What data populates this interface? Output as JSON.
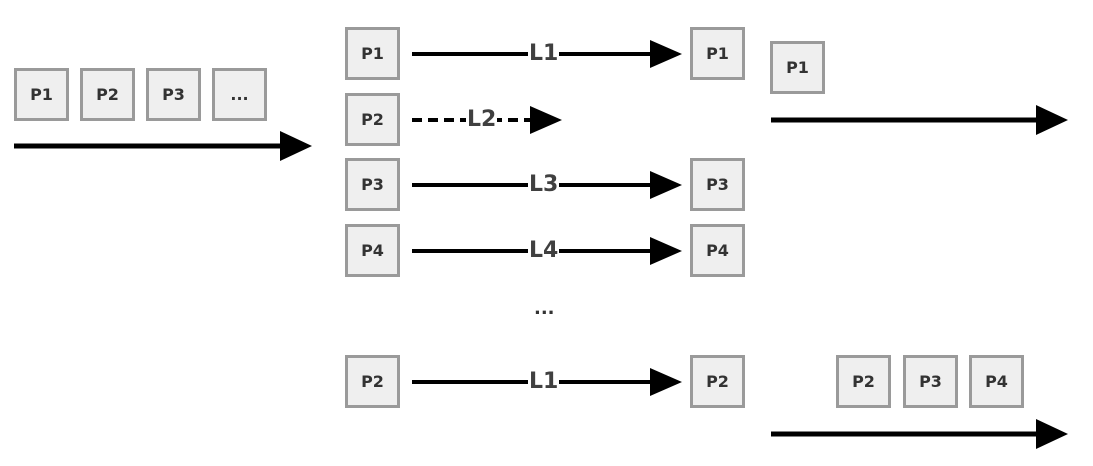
{
  "input_queue": {
    "packets": [
      "P1",
      "P2",
      "P3",
      "..."
    ]
  },
  "paths": [
    {
      "source": "P1",
      "link": "L1",
      "dest": "P1",
      "dashed": false
    },
    {
      "source": "P2",
      "link": "L2",
      "dest": "",
      "dashed": true
    },
    {
      "source": "P3",
      "link": "L3",
      "dest": "P3",
      "dashed": false
    },
    {
      "source": "P4",
      "link": "L4",
      "dest": "P4",
      "dashed": false
    },
    {
      "source": "P2",
      "link": "L1",
      "dest": "P2",
      "dashed": false
    }
  ],
  "ellipsis": "...",
  "output_top": {
    "packets": [
      "P1"
    ]
  },
  "output_bottom": {
    "packets": [
      "P2",
      "P3",
      "P4"
    ]
  },
  "colors": {
    "box_fill": "#efefef",
    "box_border": "#9a9a9a",
    "arrow": "#000000",
    "text": "#333333"
  }
}
